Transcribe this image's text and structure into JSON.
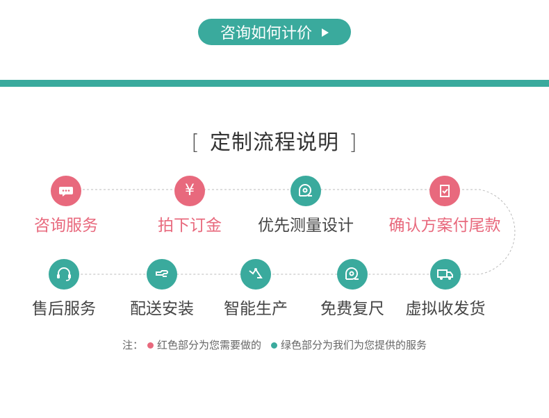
{
  "cta": {
    "label": "咨询如何计价"
  },
  "section": {
    "title": "定制流程说明",
    "bracket_left": "[",
    "bracket_right": "]"
  },
  "colors": {
    "red": "#e8697d",
    "green": "#3aaa9d"
  },
  "row1": [
    {
      "label": "咨询服务",
      "color": "red",
      "icon": "chat-bubble-icon"
    },
    {
      "label": "拍下订金",
      "color": "red",
      "icon": "yen-icon"
    },
    {
      "label": "优先测量设计",
      "color": "green",
      "icon": "tape-measure-icon"
    },
    {
      "label": "确认方案付尾款",
      "color": "red",
      "icon": "checklist-icon"
    }
  ],
  "row2": [
    {
      "label": "售后服务",
      "color": "green",
      "icon": "headset-icon"
    },
    {
      "label": "配送安装",
      "color": "green",
      "icon": "wrench-icon"
    },
    {
      "label": "智能生产",
      "color": "green",
      "icon": "machine-arm-icon"
    },
    {
      "label": "免费复尺",
      "color": "green",
      "icon": "tape-measure-icon"
    },
    {
      "label": "虚拟收发货",
      "color": "green",
      "icon": "truck-icon"
    }
  ],
  "note": {
    "prefix": "注：",
    "red_text": "红色部分为您需要做的",
    "green_text": "绿色部分为我们为您提供的服务"
  }
}
